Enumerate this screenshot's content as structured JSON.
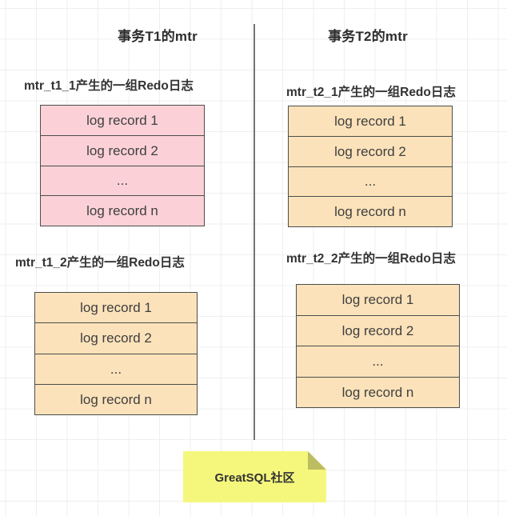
{
  "columns": [
    {
      "title": "事务T1的mtr",
      "groups": [
        {
          "label": "mtr_t1_1产生的一组Redo日志",
          "fill": "#fbd1d7",
          "rows": [
            "log record 1",
            "log record 2",
            "...",
            "log record n"
          ]
        },
        {
          "label": "mtr_t1_2产生的一组Redo日志",
          "fill": "#fbe2ba",
          "rows": [
            "log record 1",
            "log record 2",
            "...",
            "log record n"
          ]
        }
      ]
    },
    {
      "title": "事务T2的mtr",
      "groups": [
        {
          "label": "mtr_t2_1产生的一组Redo日志",
          "fill": "#fbe2ba",
          "rows": [
            "log record 1",
            "log record 2",
            "...",
            "log record n"
          ]
        },
        {
          "label": "mtr_t2_2产生的一组Redo日志",
          "fill": "#fbe2ba",
          "rows": [
            "log record 1",
            "log record 2",
            "...",
            "log record n"
          ]
        }
      ]
    }
  ],
  "note": {
    "text": "GreatSQL社区"
  },
  "colors": {
    "pink_fill": "#fbd1d7",
    "orange_fill": "#fbe2ba",
    "note_fill": "#f5f77d",
    "note_fold": "#bcbd60",
    "border": "#4d4d4d",
    "divider": "#737373",
    "text": "#3f3f3f",
    "grid": "#efefef"
  }
}
